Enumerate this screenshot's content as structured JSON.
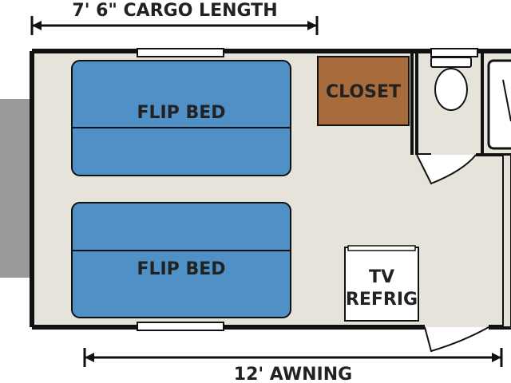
{
  "dimensions": {
    "cargo_length": "7' 6\" CARGO LENGTH",
    "awning": "12' AWNING"
  },
  "rooms": {
    "flip_bed_top": "FLIP BED",
    "flip_bed_bottom": "FLIP BED",
    "closet": "CLOSET",
    "tv_refrig_line1": "TV",
    "tv_refrig_line2": "REFRIG"
  },
  "colors": {
    "floor": "#e6e4da",
    "bed": "#4f91c7",
    "closet": "#a86b3c",
    "wall": "#111111",
    "ramp": "#9a9a9a"
  }
}
